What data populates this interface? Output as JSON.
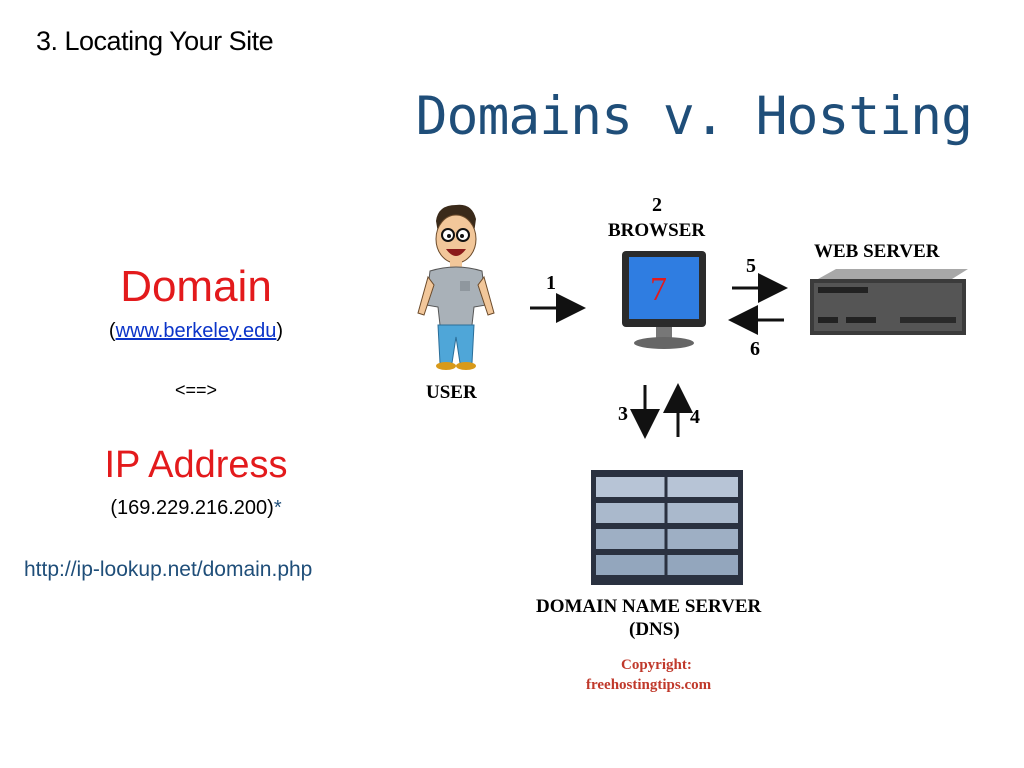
{
  "slide": {
    "section": "3. Locating Your Site",
    "title": "Domains v. Hosting"
  },
  "left": {
    "domain_label": "Domain",
    "domain_open": "(",
    "domain_url": "www.berkeley.edu",
    "domain_close": ")",
    "equiv": "<==>",
    "ip_label": "IP Address",
    "ip_value": "(169.229.216.200)",
    "ip_star": "*",
    "lookup_url": "http://ip-lookup.net/domain.php"
  },
  "diagram": {
    "user_label": "USER",
    "browser_label": "BROWSER",
    "web_server_label": "WEB SERVER",
    "dns_label_line1": "DOMAIN NAME SERVER",
    "dns_label_line2": "(DNS)",
    "copyright_line1": "Copyright:",
    "copyright_line2": "freehostingtips.com",
    "steps": {
      "s1": "1",
      "s2": "2",
      "s3": "3",
      "s4": "4",
      "s5": "5",
      "s6": "6",
      "s7": "7"
    },
    "colors": {
      "step": "#1aa62a",
      "screen_number": "#e31a1c",
      "copyright": "#c0392b"
    }
  }
}
